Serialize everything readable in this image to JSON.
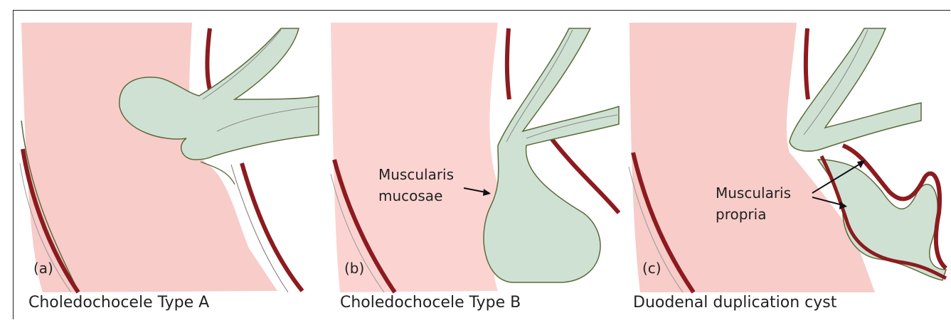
{
  "panels": [
    {
      "letter": "(a)",
      "caption": "Choledochocele Type A"
    },
    {
      "letter": "(b)",
      "caption": "Choledochocele Type B",
      "annotation_line1": "Muscularis",
      "annotation_line2": "mucosae"
    },
    {
      "letter": "(c)",
      "caption": "Duodenal duplication cyst",
      "annotation_line1": "Muscularis",
      "annotation_line2": "propria"
    }
  ],
  "colors": {
    "duodenum": "#f7c9c6",
    "bile_duct": "#cfe1d3",
    "outline": "#5b6b3a",
    "muscle": "#8c1b1f",
    "line": "#555555"
  }
}
